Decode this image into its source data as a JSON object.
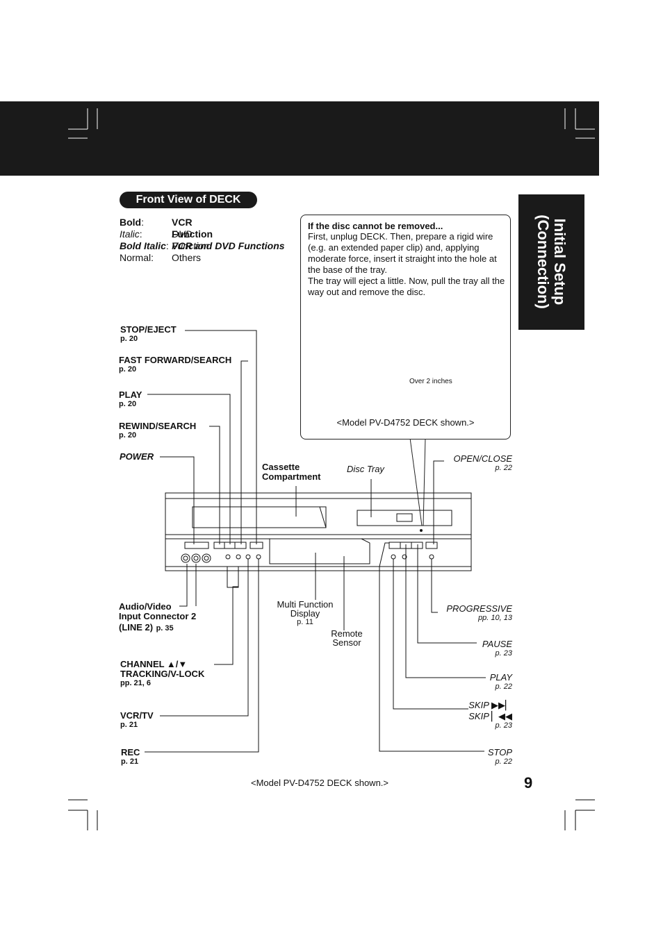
{
  "sidebar_tab": {
    "line1": "Initial Setup",
    "line2": "(Connection)"
  },
  "section_title": "Front View of DECK",
  "legend": [
    {
      "key": "Bold",
      "sep": ":",
      "value": "VCR Function"
    },
    {
      "key": "Italic",
      "sep": ":",
      "value": "DVD Function"
    },
    {
      "key": "Bold Italic",
      "sep": ":",
      "value": "VCR and DVD Functions"
    },
    {
      "key": "Normal",
      "sep": ":",
      "value": "Others"
    }
  ],
  "callout": {
    "title": "If the disc cannot be removed...",
    "body1": "First, unplug DECK. Then, prepare a rigid wire (e.g. an extended paper clip) and, applying moderate force, insert it straight into the hole at the base of the tray.",
    "body2": "The tray will eject a little. Now, pull the tray all the way out and remove the disc.",
    "distance_label": "Over 2 inches",
    "model_note": "<Model PV-D4752 DECK shown.>"
  },
  "left_labels": {
    "stop_eject": {
      "label": "STOP/EJECT",
      "page": "p. 20"
    },
    "fast_forward": {
      "label": "FAST FORWARD/SEARCH",
      "page": "p. 20"
    },
    "play": {
      "label": "PLAY",
      "page": "p. 20"
    },
    "rewind": {
      "label": "REWIND/SEARCH",
      "page": "p. 20"
    },
    "power": {
      "label": "POWER"
    },
    "av_input": {
      "line1": "Audio/Video",
      "line2": "Input Connector 2",
      "line3": "(LINE 2)",
      "page": "p. 35"
    },
    "channel": {
      "line1": "CHANNEL ▲/▼",
      "line2": "TRACKING/V-LOCK",
      "page": "pp. 21, 6"
    },
    "vcr_tv": {
      "label": "VCR/TV",
      "page": "p. 21"
    },
    "rec": {
      "label": "REC",
      "page": "p. 21"
    }
  },
  "center_labels": {
    "cassette": {
      "line1": "Cassette",
      "line2": "Compartment"
    },
    "disc_tray": "Disc Tray",
    "multi_function": {
      "line1": "Multi Function",
      "line2": "Display",
      "page": "p. 11"
    },
    "remote_sensor": {
      "line1": "Remote",
      "line2": "Sensor"
    }
  },
  "right_labels": {
    "open_close": {
      "label": "OPEN/CLOSE",
      "page": "p. 22"
    },
    "progressive": {
      "label": "PROGRESSIVE",
      "page": "pp. 10, 13"
    },
    "pause": {
      "label": "PAUSE",
      "page": "p. 23"
    },
    "play": {
      "label": "PLAY",
      "page": "p. 22"
    },
    "skip_fwd": {
      "label": "SKIP ▶▶▏"
    },
    "skip_back": {
      "label": "SKIP ▏◀◀",
      "page": "p. 23"
    },
    "stop": {
      "label": "STOP",
      "page": "p. 22"
    }
  },
  "model_note": "<Model PV-D4752 DECK shown.>",
  "page_number": "9"
}
